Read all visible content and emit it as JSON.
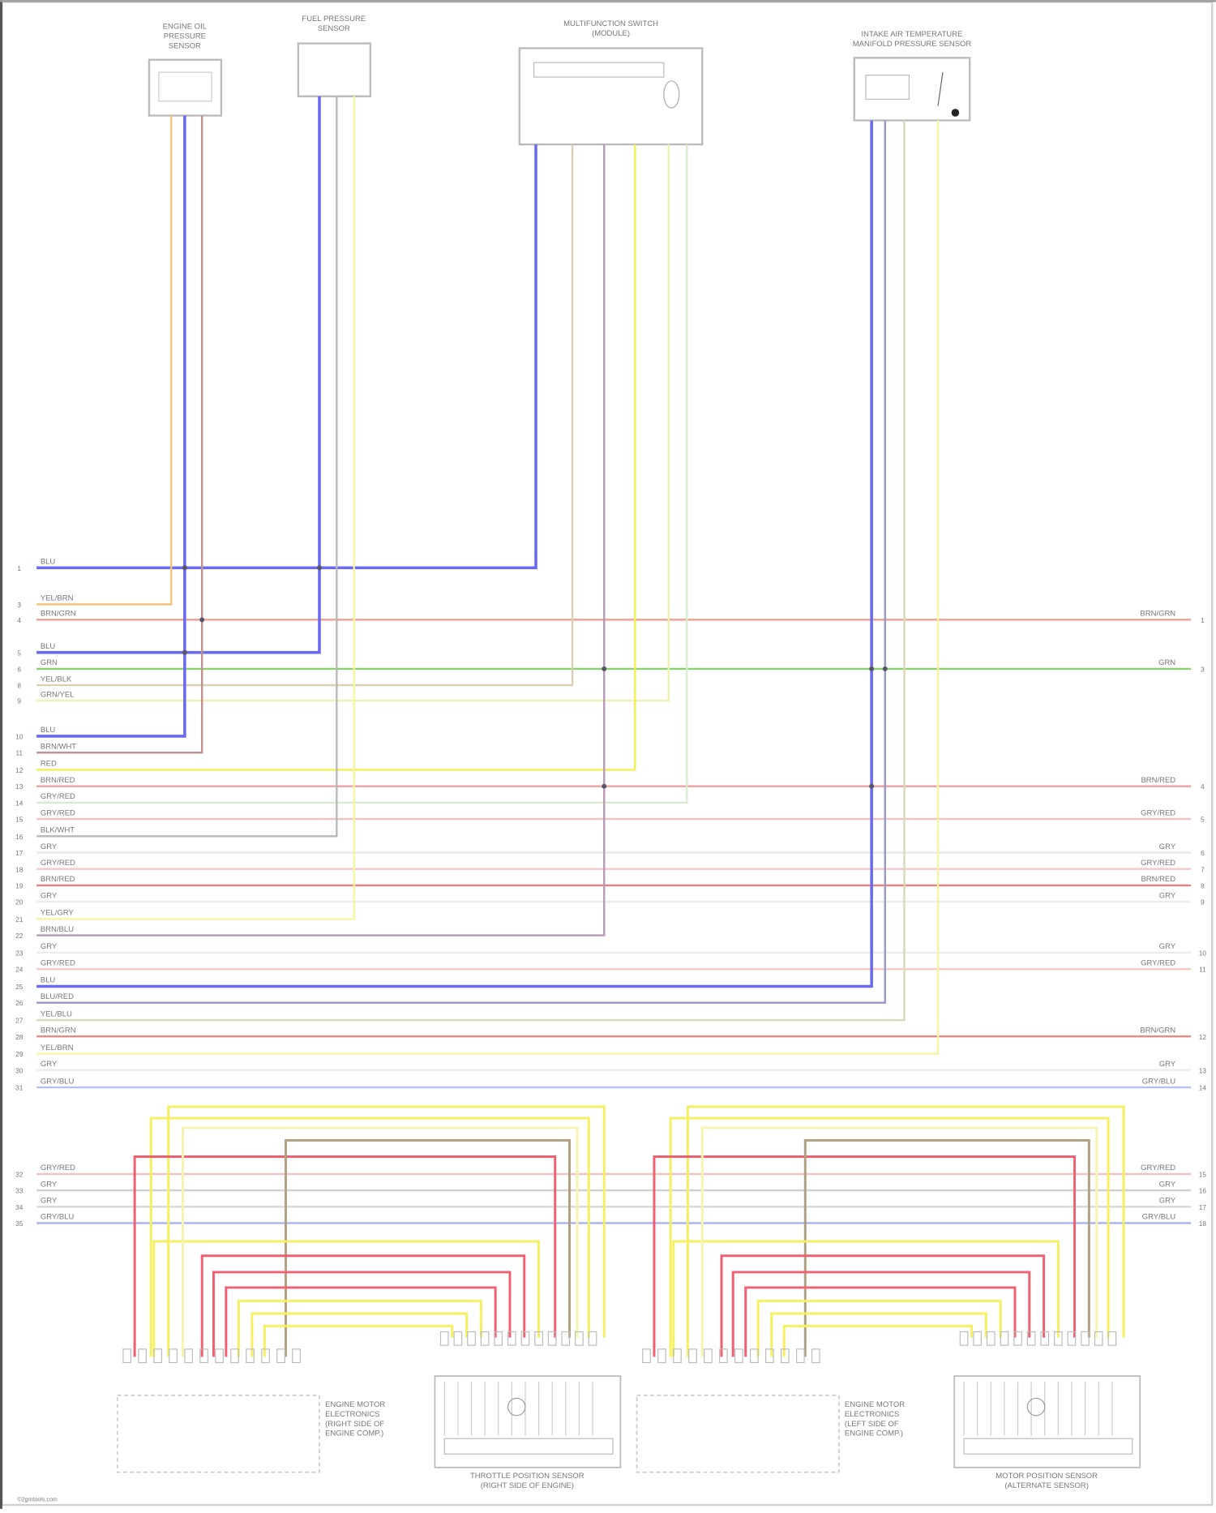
{
  "components": [
    {
      "id": "sensor-a",
      "title": [
        "ENGINE OIL",
        "PRESSURE",
        "SENSOR"
      ]
    },
    {
      "id": "sensor-b",
      "title": [
        "FUEL PRESSURE",
        "SENSOR"
      ]
    },
    {
      "id": "switch-module",
      "title": [
        "MULTIFUNCTION SWITCH",
        "(MODULE)"
      ]
    },
    {
      "id": "sensor-d",
      "title": [
        "INTAKE AIR TEMPERATURE",
        "MANIFOLD PRESSURE SENSOR"
      ]
    }
  ],
  "rows": [
    {
      "pin": "1",
      "label": "BLU",
      "color": "#6a6af0"
    },
    {
      "pin": "3",
      "label": "YEL/BRN",
      "color": "#f5c27a"
    },
    {
      "pin": "4",
      "label": "BRN/GRN",
      "color": "#f0a090",
      "right_label": "BRN/GRN",
      "right_pin": "1"
    },
    {
      "pin": "5",
      "label": "BLU",
      "color": "#6a6af0"
    },
    {
      "pin": "6",
      "label": "GRN",
      "color": "#8ad070",
      "right_label": "GRN",
      "right_pin": "3"
    },
    {
      "pin": "8",
      "label": "YEL/BLK",
      "color": "#d8d0b0"
    },
    {
      "pin": "9",
      "label": "GRN/YEL",
      "color": "#f0f0b0"
    },
    {
      "pin": "10",
      "label": "BLU",
      "color": "#6a6af0"
    },
    {
      "pin": "11",
      "label": "BRN/WHT",
      "color": "#c09090"
    },
    {
      "pin": "12",
      "label": "RED",
      "color": "#f0f050"
    },
    {
      "pin": "13",
      "label": "BRN/RED",
      "color": "#f0a0a0",
      "right_label": "BRN/RED",
      "right_pin": "4"
    },
    {
      "pin": "14",
      "label": "GRY/RED",
      "color": "#d8ecd0"
    },
    {
      "pin": "15",
      "label": "GRY/RED",
      "color": "#f5c0c0",
      "right_label": "GRY/RED",
      "right_pin": "5"
    },
    {
      "pin": "16",
      "label": "BLK/WHT",
      "color": "#b8b8b8"
    },
    {
      "pin": "17",
      "label": "GRY",
      "color": "#e8e8e8",
      "right_label": "GRY",
      "right_pin": "6"
    },
    {
      "pin": "18",
      "label": "GRY/RED",
      "color": "#f5c8c8",
      "right_label": "GRY/RED",
      "right_pin": "7"
    },
    {
      "pin": "19",
      "label": "BRN/RED",
      "color": "#f08080",
      "right_label": "BRN/RED",
      "right_pin": "8"
    },
    {
      "pin": "20",
      "label": "GRY",
      "color": "#ececec",
      "right_label": "GRY",
      "right_pin": "9"
    },
    {
      "pin": "21",
      "label": "YEL/GRY",
      "color": "#f5f5a0"
    },
    {
      "pin": "22",
      "label": "BRN/BLU",
      "color": "#b898b8"
    },
    {
      "pin": "23",
      "label": "GRY",
      "color": "#ececec",
      "right_label": "GRY",
      "right_pin": "10"
    },
    {
      "pin": "24",
      "label": "GRY/RED",
      "color": "#f5c8c8",
      "right_label": "GRY/RED",
      "right_pin": "11"
    },
    {
      "pin": "25",
      "label": "BLU",
      "color": "#6a6af0"
    },
    {
      "pin": "26",
      "label": "BLU/RED",
      "color": "#9898c8"
    },
    {
      "pin": "27",
      "label": "YEL/BLU",
      "color": "#d8d8b8"
    },
    {
      "pin": "28",
      "label": "BRN/GRN",
      "color": "#f08888",
      "right_label": "BRN/GRN",
      "right_pin": "12"
    },
    {
      "pin": "29",
      "label": "YEL/BRN",
      "color": "#f5f5a0"
    },
    {
      "pin": "30",
      "label": "GRY",
      "color": "#ececec",
      "right_label": "GRY",
      "right_pin": "13"
    },
    {
      "pin": "31",
      "label": "GRY/BLU",
      "color": "#b8c0f0",
      "right_label": "GRY/BLU",
      "right_pin": "14"
    }
  ],
  "bus_rows": [
    {
      "pin": "32",
      "label": "GRY/RED",
      "color": "#f5c0c0",
      "right_label": "GRY/RED",
      "right_pin": "15"
    },
    {
      "pin": "33",
      "label": "GRY",
      "color": "#d0d0d0",
      "right_label": "GRY",
      "right_pin": "16"
    },
    {
      "pin": "34",
      "label": "GRY",
      "color": "#d8d8d8",
      "right_label": "GRY",
      "right_pin": "17"
    },
    {
      "pin": "35",
      "label": "GRY/BLU",
      "color": "#a8b0f0",
      "right_label": "GRY/BLU",
      "right_pin": "18"
    }
  ],
  "modules": [
    {
      "id": "ecm-left",
      "title": [
        "ENGINE MOTOR",
        "ELECTRONICS",
        "(RIGHT SIDE OF",
        "ENGINE COMP.)"
      ]
    },
    {
      "id": "actuator-left",
      "title": [
        "THROTTLE POSITION SENSOR",
        "(RIGHT SIDE OF ENGINE)"
      ]
    },
    {
      "id": "ecm-right",
      "title": [
        "ENGINE MOTOR",
        "ELECTRONICS",
        "(LEFT SIDE OF",
        "ENGINE COMP.)"
      ]
    },
    {
      "id": "actuator-right",
      "title": [
        "MOTOR POSITION SENSOR",
        "(ALTERNATE SENSOR)"
      ]
    }
  ],
  "footer": "©2gmtools.com",
  "colors": {
    "border": "#d0d0d0",
    "frame_edge": "#555555",
    "red": "#f06070",
    "yellow": "#f5f060",
    "brown": "#b0a080",
    "blue": "#6a6af0"
  }
}
